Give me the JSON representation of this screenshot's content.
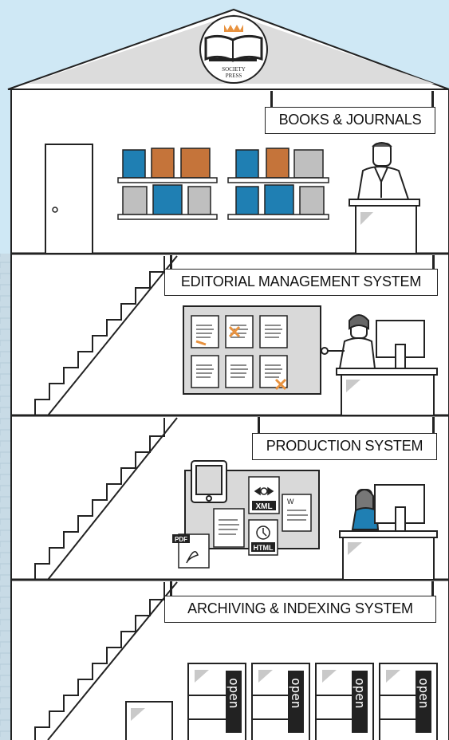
{
  "logo": {
    "line1": "SOCIETY",
    "line2": "PRESS"
  },
  "floors": [
    {
      "id": "books",
      "label": "BOOKS & JOURNALS"
    },
    {
      "id": "editorial",
      "label": "EDITORIAL MANAGEMENT SYSTEM"
    },
    {
      "id": "production",
      "label": "PRODUCTION SYSTEM"
    },
    {
      "id": "archiving",
      "label": "ARCHIVING & INDEXING SYSTEM"
    }
  ],
  "file_labels": {
    "xml": "XML",
    "html": "HTML",
    "pdf": "PDF",
    "word": "W"
  },
  "server_labels": [
    "open",
    "open",
    "open",
    "open"
  ],
  "colors": {
    "sky": "#cfe8f5",
    "blue_book": "#1f7fb3",
    "orange_book": "#c5743a",
    "accent_orange": "#e8923f",
    "board_gray": "#d9d9d9",
    "wall": "#ffffff",
    "ink": "#222222"
  }
}
